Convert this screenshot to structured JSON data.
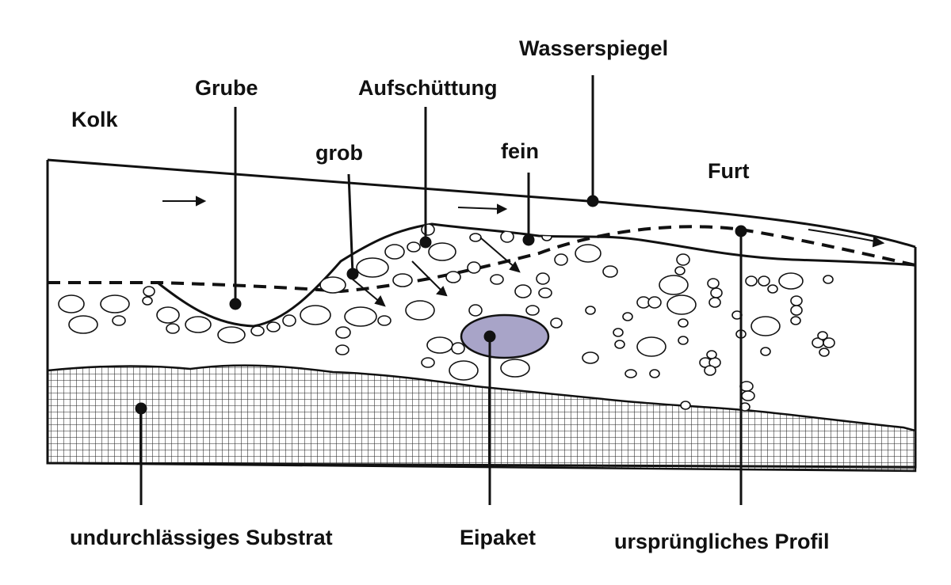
{
  "labels": {
    "kolk": "Kolk",
    "grube": "Grube",
    "grob": "grob",
    "aufschuettung": "Aufschüttung",
    "fein": "fein",
    "wasserspiegel": "Wasserspiegel",
    "furt": "Furt",
    "substrat": "undurchlässiges Substrat",
    "eipaket": "Eipaket",
    "profil": "ursprüngliches Profil"
  },
  "colors": {
    "ink": "#111111",
    "egg_pocket": "#a8a4c8",
    "background": "#ffffff"
  }
}
